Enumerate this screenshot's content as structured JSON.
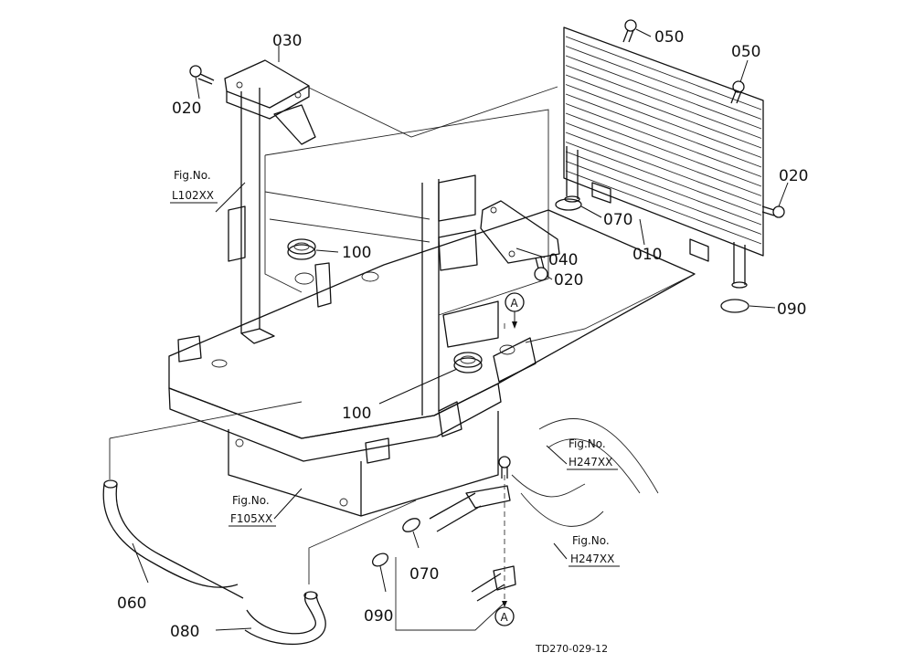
{
  "parts": {
    "p020a": "020",
    "p030": "030",
    "p050a": "050",
    "p050b": "050",
    "p020b": "020",
    "p070a": "070",
    "p010": "010",
    "p040": "040",
    "p020c": "020",
    "p100a": "100",
    "p090a": "090",
    "p100b": "100",
    "p070b": "070",
    "p060": "060",
    "p080": "080",
    "p090b": "090"
  },
  "figrefs": {
    "l102_title": "Fig.No.",
    "l102_code": "L102XX",
    "f105_title": "Fig.No.",
    "f105_code": "F105XX",
    "h247a_title": "Fig.No.",
    "h247a_code": "H247XX",
    "h247b_title": "Fig.No.",
    "h247b_code": "H247XX"
  },
  "markers": {
    "top": "A",
    "bottom": "A"
  },
  "footer": {
    "drawing_no": "TD270-029-12"
  }
}
